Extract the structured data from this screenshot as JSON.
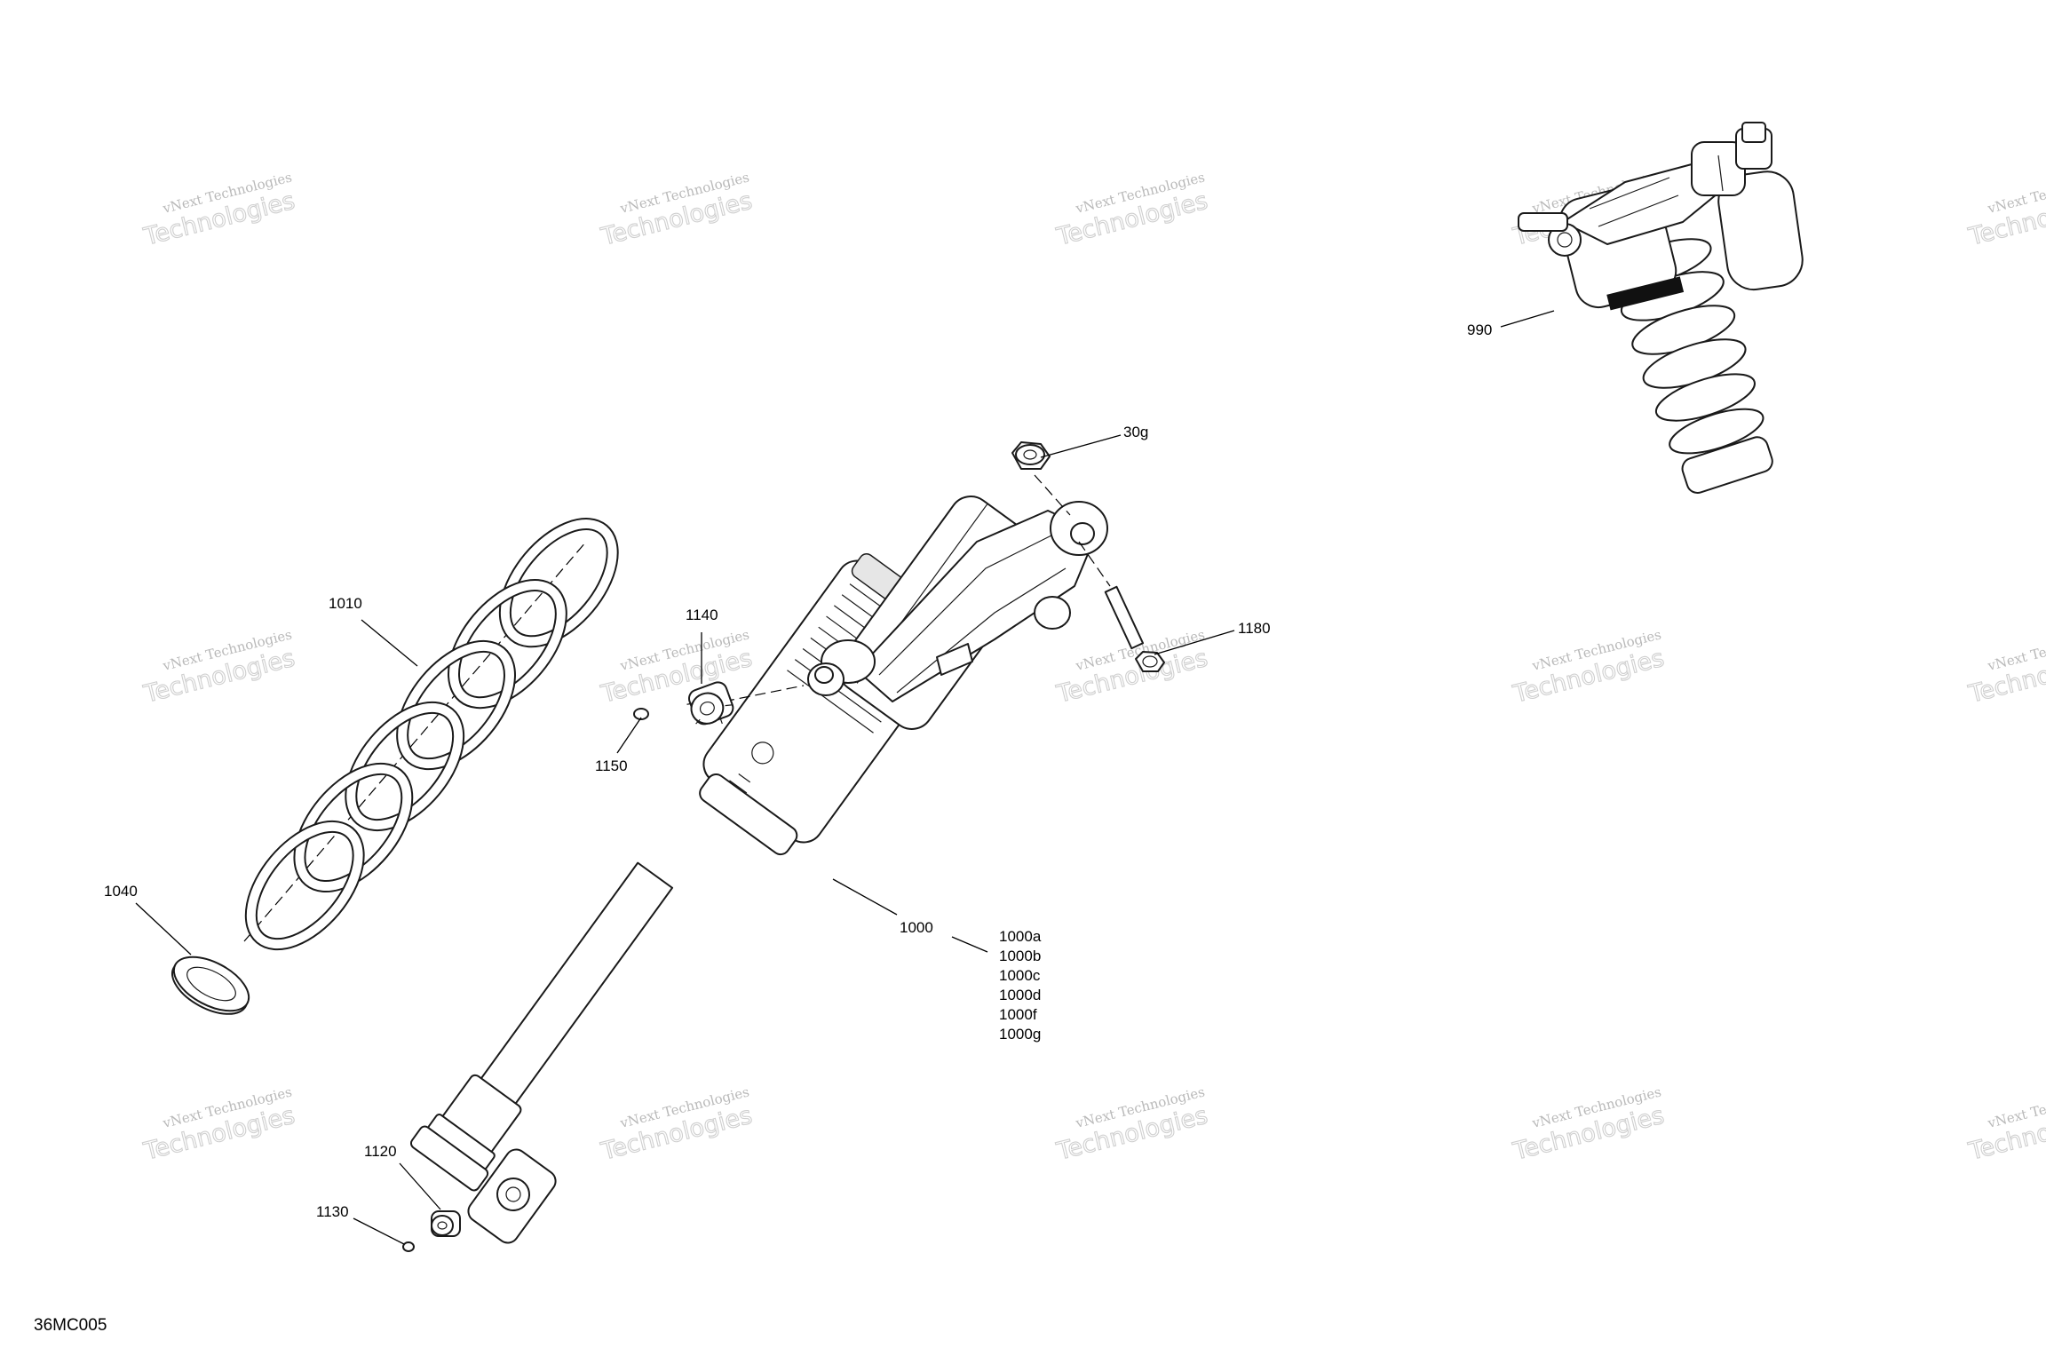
{
  "diagram_id": "36MC005",
  "watermark": {
    "line1": "vNext Technologies",
    "line2": "Technologies"
  },
  "callouts": {
    "c990": "990",
    "c30g": "30g",
    "c1010": "1010",
    "c1140": "1140",
    "c1180": "1180",
    "c1150": "1150",
    "c1040": "1040",
    "c1000": "1000",
    "c1000a": "1000a",
    "c1000b": "1000b",
    "c1000c": "1000c",
    "c1000d": "1000d",
    "c1000f": "1000f",
    "c1000g": "1000g",
    "c1120": "1120",
    "c1130": "1130"
  }
}
